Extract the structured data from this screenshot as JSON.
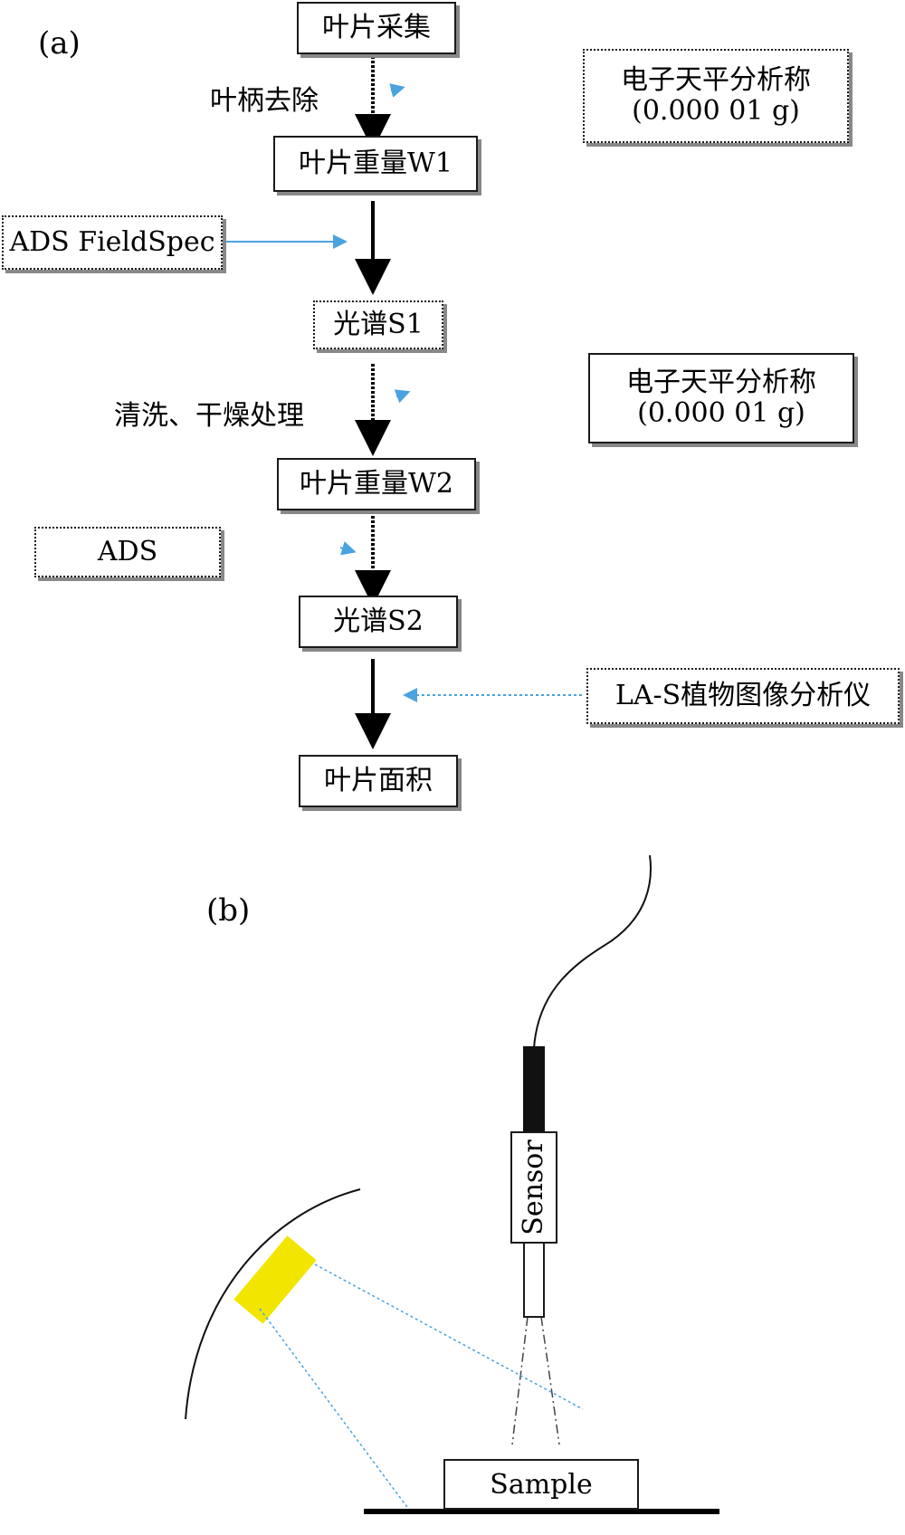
{
  "panel_a": {
    "label": "(a)",
    "steps": [
      "叶片采集",
      "叶片重量W1",
      "光谱S1",
      "叶片重量W2",
      "光谱S2",
      "叶片面积"
    ],
    "process_labels": [
      "叶柄去除",
      "清洗、干燥处理"
    ],
    "instruments": {
      "balance_1": {
        "name": "电子天平分析称",
        "precision": "(0.000 01 g)"
      },
      "spectrometer_1": "ADS FieldSpec",
      "balance_2": {
        "name": "电子天平分析称",
        "precision": "(0.000 01 g)"
      },
      "spectrometer_2": "ADS",
      "area_analyzer": "LA-S植物图像分析仪"
    },
    "colors": {
      "instrument_arrow": "#4aa3df"
    }
  },
  "panel_b": {
    "label": "(b)",
    "sensor_label": "Sensor",
    "sample_label": "Sample",
    "colors": {
      "lamp": "#f2e600",
      "light_rays": "#4aa3df",
      "sensor_cable": "#111111"
    }
  }
}
